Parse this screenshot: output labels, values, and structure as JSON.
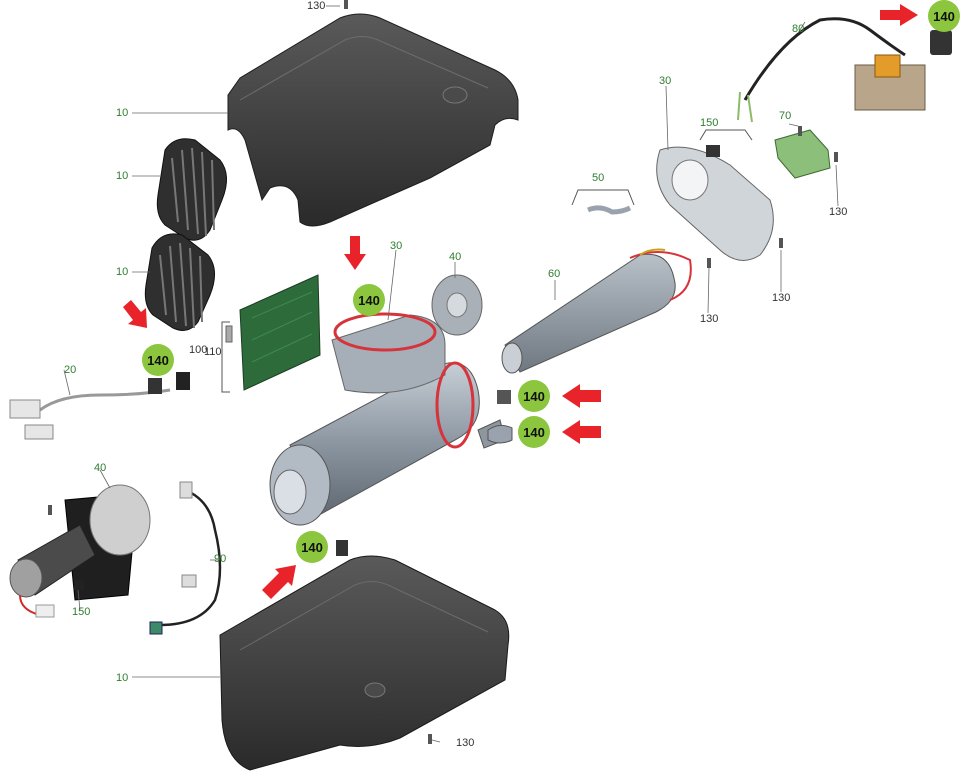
{
  "callouts": {
    "c140": "140",
    "c130": "130",
    "c10": "10",
    "c20": "20",
    "c30": "30",
    "c40": "40",
    "c50": "50",
    "c60": "60",
    "c70": "70",
    "c80": "80",
    "c90": "90",
    "c100": "100",
    "c110": "110",
    "c150": "150"
  },
  "colors": {
    "badge": "#8cc63f",
    "arrow": "#e8242a",
    "housing": "#3a3a3a",
    "cylinder": "#9aa3ad",
    "pcb": "#2e6b3a"
  }
}
